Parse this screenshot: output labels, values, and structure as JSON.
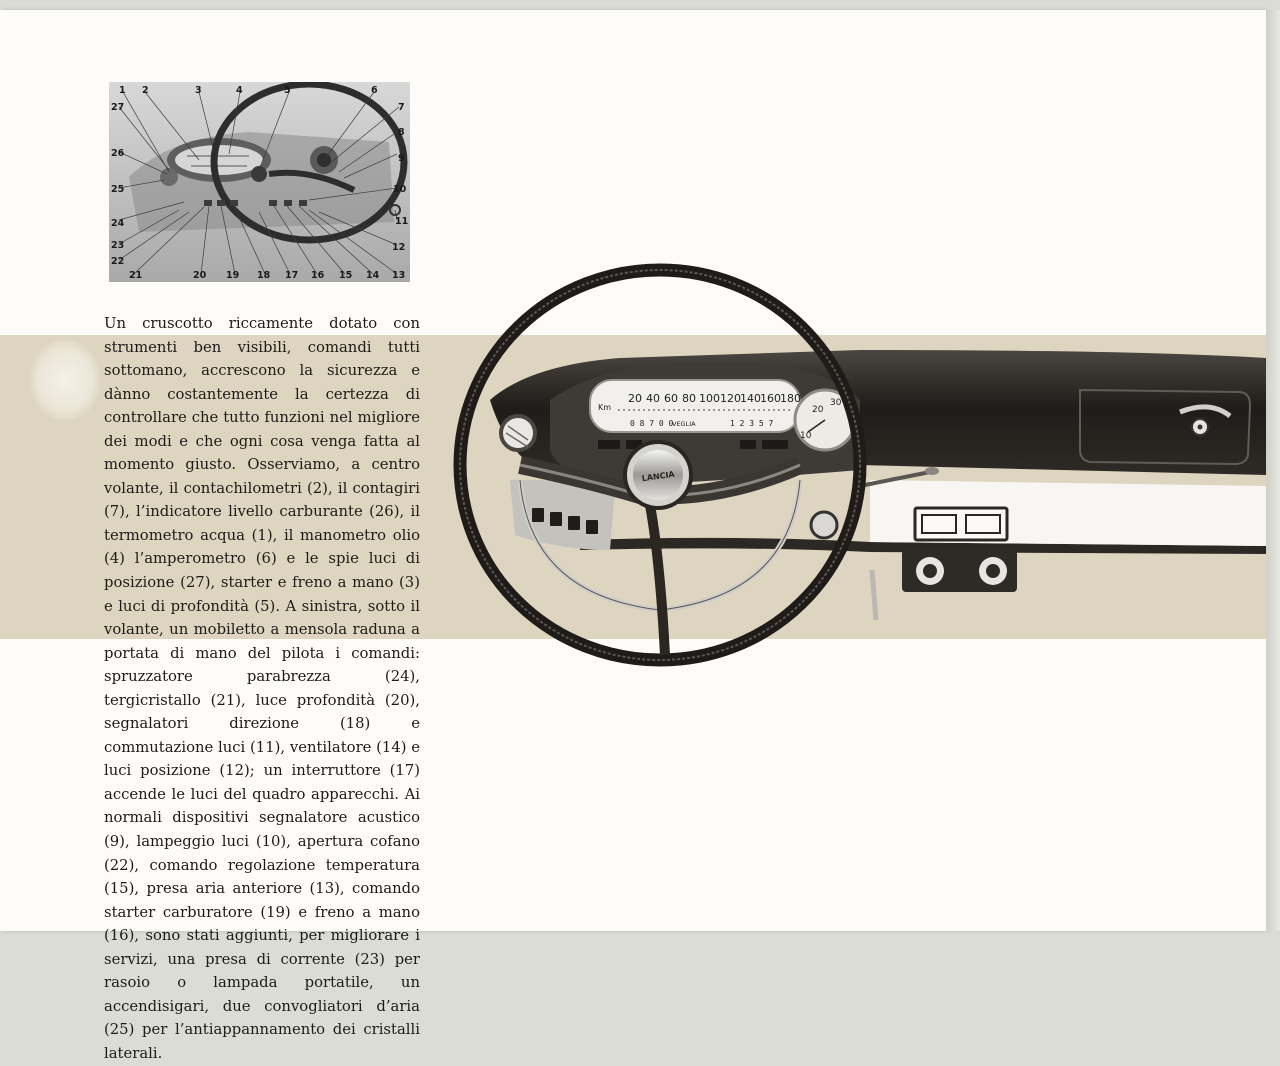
{
  "article": {
    "body": "Un cruscotto riccamente dotato con strumenti ben visibili, comandi tutti sottomano, accrescono la sicurezza e dànno costantemente la certezza di controllare che tutto funzioni nel migliore dei modi e che ogni cosa venga fatta al momento giusto. Osserviamo, a centro volante, il contachilometri (2), il contagiri (7), l’indicatore livello carburante (26), il termometro acqua (1), il manometro olio (4) l’amperometro (6) e le spie luci di posizione (27), starter e freno a mano (3) e luci di profondità (5). A sinistra, sotto il volante, un mobiletto a mensola raduna a portata di mano del pilota i comandi: spruzzatore parabrezza (24), tergicristallo (21), luce profondità (20), segnalatori direzione (18) e commutazione luci (11), ventilatore (14) e luci posizione (12); un interruttore (17) accende le luci del quadro apparecchi. Ai normali dispositivi segnalatore acustico (9), lampeggio luci (10), apertura cofano (22), comando regolazione temperatura (15), presa aria anteriore (13), comando starter carburatore (19) e freno a mano (16), sono stati aggiunti, per migliorare i servizi, una presa di corrente (23) per rasoio o lampada portatile, un accendisigari, due convogliatori d’aria (25) per l’antiappannamento dei cristalli laterali."
  },
  "diagram": {
    "callouts_top": [
      "1",
      "2",
      "3",
      "4",
      "5",
      "6"
    ],
    "callouts_right": [
      "7",
      "8",
      "9",
      "10",
      "11",
      "12",
      "13"
    ],
    "callouts_bottom": [
      "21",
      "20",
      "19",
      "18",
      "17",
      "16",
      "15",
      "14"
    ],
    "callouts_left": [
      "27",
      "26",
      "25",
      "24",
      "23",
      "22"
    ]
  },
  "illustration": {
    "speedometer": {
      "unit": "Km",
      "scale": [
        "20",
        "40",
        "60",
        "80",
        "100",
        "120",
        "140",
        "160",
        "180"
      ],
      "odometer": "0 8 7 0 0",
      "trip": "1 2 3 5 7",
      "brand_text": "VEGLIA"
    },
    "tachometer_scale": [
      "10",
      "20",
      "30"
    ],
    "hub_emblem": "LANCIA"
  },
  "colors": {
    "paper": "#fdfcf8",
    "band": "#ddd5bf",
    "ink": "#1d1b18",
    "dash_dark": "#2a2723"
  }
}
